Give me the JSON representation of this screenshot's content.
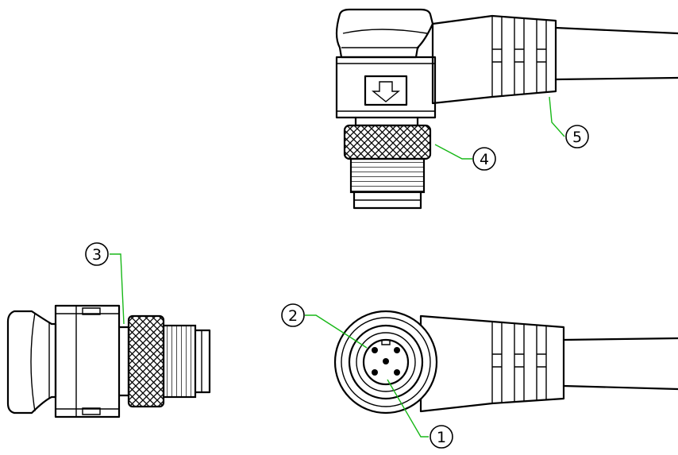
{
  "callouts": {
    "c1": "1",
    "c2": "2",
    "c3": "3",
    "c4": "4",
    "c5": "5"
  },
  "colors": {
    "line": "#000000",
    "leader": "#18b818"
  },
  "icons": {
    "arrow": "down-arrow-icon"
  }
}
